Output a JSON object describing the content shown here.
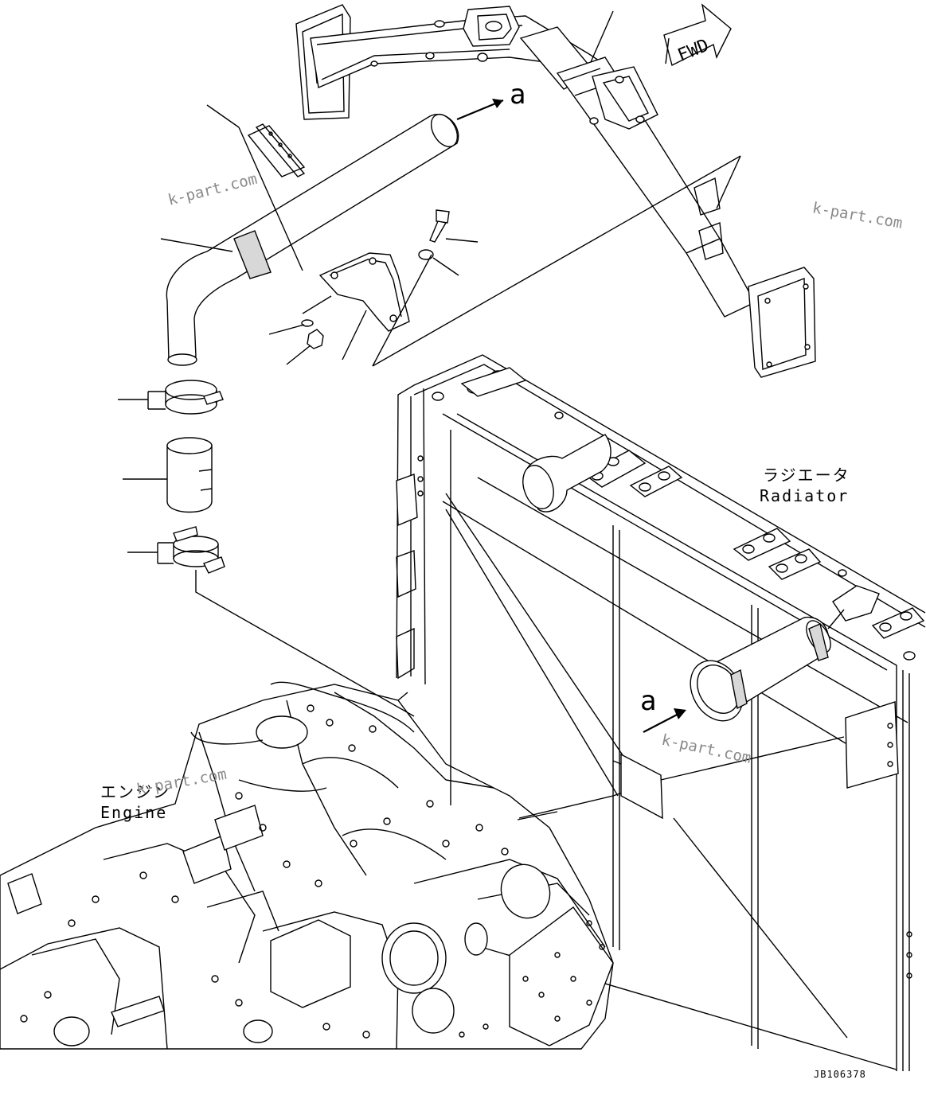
{
  "fwd_label": "FWD",
  "callouts": {
    "a_top": "a",
    "a_bottom": "a"
  },
  "radiator": {
    "label_jp": "ラジエータ",
    "label_en": "Radiator"
  },
  "engine": {
    "label_jp": "エンジン",
    "label_en": "Engine"
  },
  "watermarks": [
    "k-part.com",
    "k-part.com",
    "k-part.com",
    "k-part.com"
  ],
  "drawing_code": "JB106378"
}
